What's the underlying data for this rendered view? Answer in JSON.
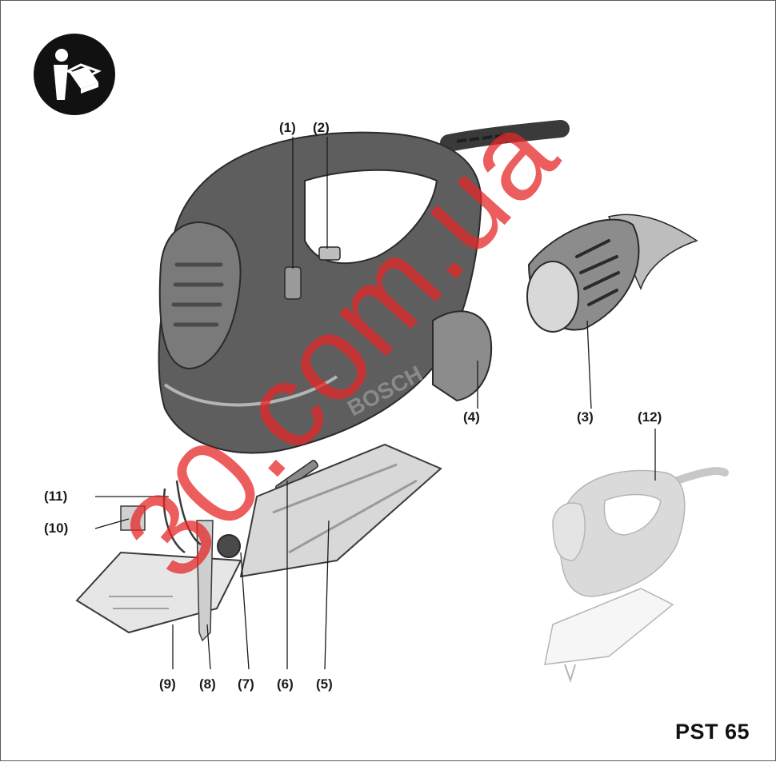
{
  "model_name": "PST 65",
  "watermark": "30.com.ua",
  "callouts": {
    "c1": "(1)",
    "c2": "(2)",
    "c3": "(3)",
    "c4": "(4)",
    "c5": "(5)",
    "c6": "(6)",
    "c7": "(7)",
    "c8": "(8)",
    "c9": "(9)",
    "c10": "(10)",
    "c11": "(11)",
    "c12": "(12)"
  },
  "brand_on_tool": "BOSCH",
  "colors": {
    "tool_body": "#5e5e5e",
    "tool_dark": "#3a3a3a",
    "tool_light": "#9a9a9a",
    "base_plate": "#d8d8d8",
    "ghost_tool": "#bdbdbd",
    "watermark": "#e62828"
  },
  "icons": {
    "manual": "read-manual-icon"
  }
}
